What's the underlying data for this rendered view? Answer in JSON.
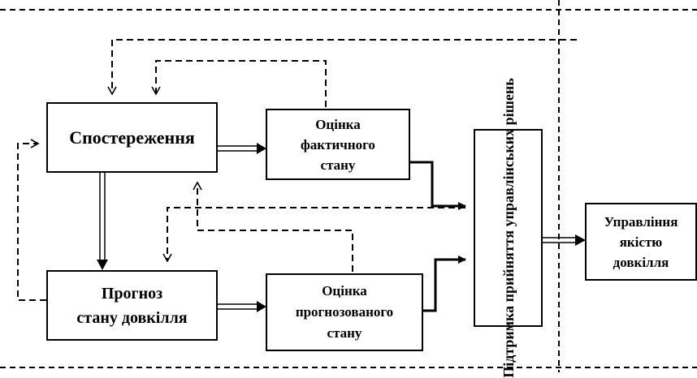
{
  "diagram": {
    "nodes": {
      "observations": {
        "label": "Спостереження"
      },
      "forecast": {
        "label": "Прогноз\nстану довкілля"
      },
      "actual_assessment": {
        "label": "Оцінка\nфактичного\nстану"
      },
      "predicted_assessment": {
        "label": "Оцінка\nпрогнозованого\nстану"
      },
      "decision_support": {
        "label": "Підтримка прийняття\nуправлінських рішень"
      },
      "quality_management": {
        "label": "Управління\nякістю\nдовкілля"
      }
    },
    "edges": [
      {
        "from": "observations",
        "to": "actual_assessment",
        "style": "double"
      },
      {
        "from": "observations",
        "to": "forecast",
        "style": "double"
      },
      {
        "from": "forecast",
        "to": "predicted_assessment",
        "style": "double"
      },
      {
        "from": "actual_assessment",
        "to": "decision_support",
        "style": "solid"
      },
      {
        "from": "predicted_assessment",
        "to": "decision_support",
        "style": "solid"
      },
      {
        "from": "decision_support",
        "to": "quality_management",
        "style": "double"
      },
      {
        "from": "actual_assessment",
        "to": "observations",
        "style": "dashed"
      },
      {
        "from": "decision_support",
        "to": "observations",
        "style": "dashed"
      },
      {
        "from": "forecast",
        "to": "observations",
        "style": "dashed"
      },
      {
        "from": "predicted_assessment",
        "to": "observations",
        "style": "dashed"
      },
      {
        "from": "decision_support",
        "to": "forecast",
        "style": "dashed"
      }
    ]
  }
}
